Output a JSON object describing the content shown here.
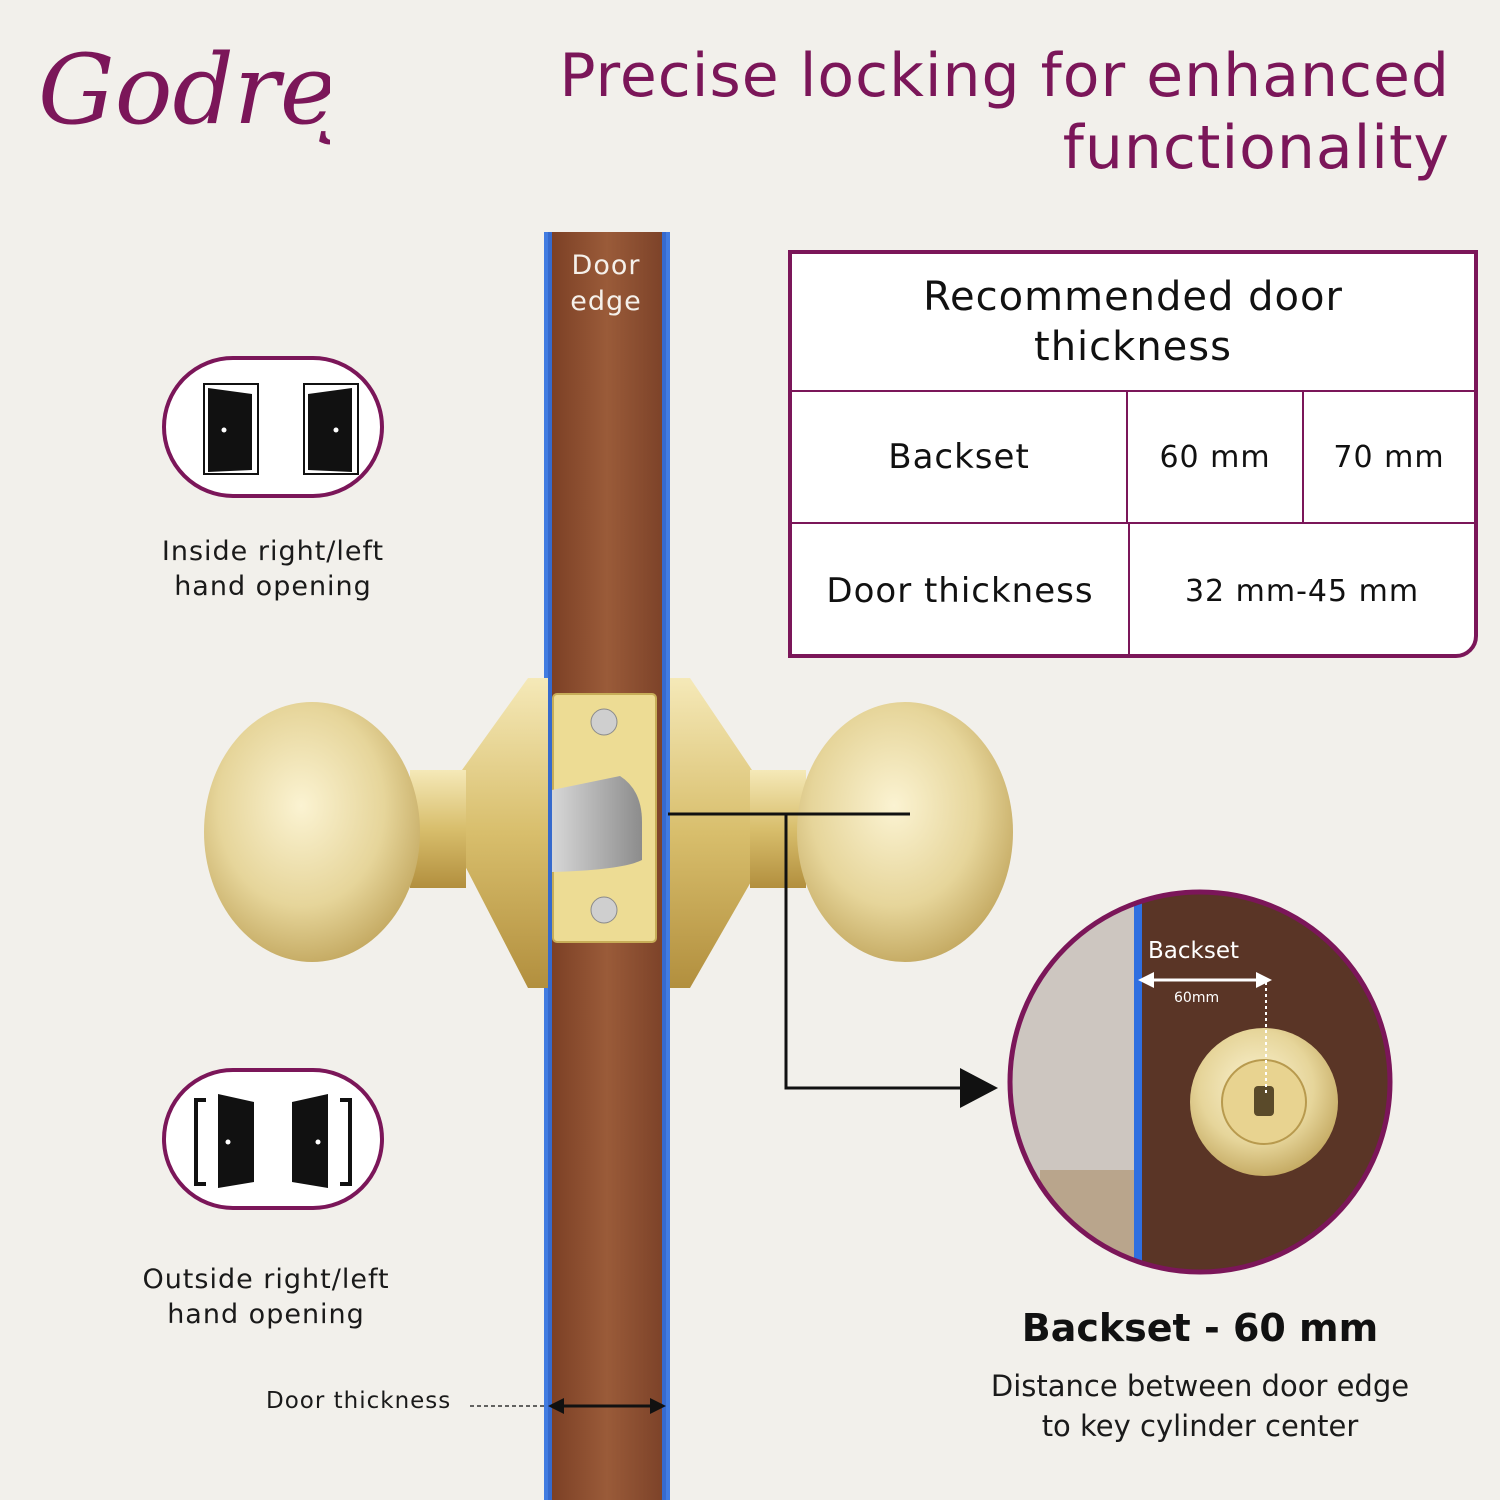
{
  "brand": {
    "logo_text": "Godrej",
    "color": "#7b1659"
  },
  "headline": {
    "line1": "Precise locking for enhanced",
    "line2": "functionality"
  },
  "spec_table": {
    "title": "Recommended door thickness",
    "backset_label": "Backset",
    "backset_value_1": "60 mm",
    "backset_value_2": "70 mm",
    "thickness_label": "Door thickness",
    "thickness_value": "32 mm-45 mm"
  },
  "openings": {
    "inside": {
      "line1": "Inside right/left",
      "line2": "hand opening",
      "icon": "door-icon"
    },
    "outside": {
      "line1": "Outside right/left",
      "line2": "hand opening",
      "icon": "door-icon"
    }
  },
  "door": {
    "edge_line1": "Door",
    "edge_line2": "edge",
    "thickness_label": "Door thickness"
  },
  "zoom": {
    "backset_label": "Backset",
    "measure": "60mm"
  },
  "backset_callout": {
    "title": "Backset - 60 mm",
    "desc_line1": "Distance between door edge",
    "desc_line2": "to key cylinder center"
  },
  "colors": {
    "accent": "#7b1659",
    "wood": "#8a4a2c",
    "edge_glow": "#2f6fe0",
    "brass": "#e8d9a0",
    "background": "#f2f0eb"
  }
}
